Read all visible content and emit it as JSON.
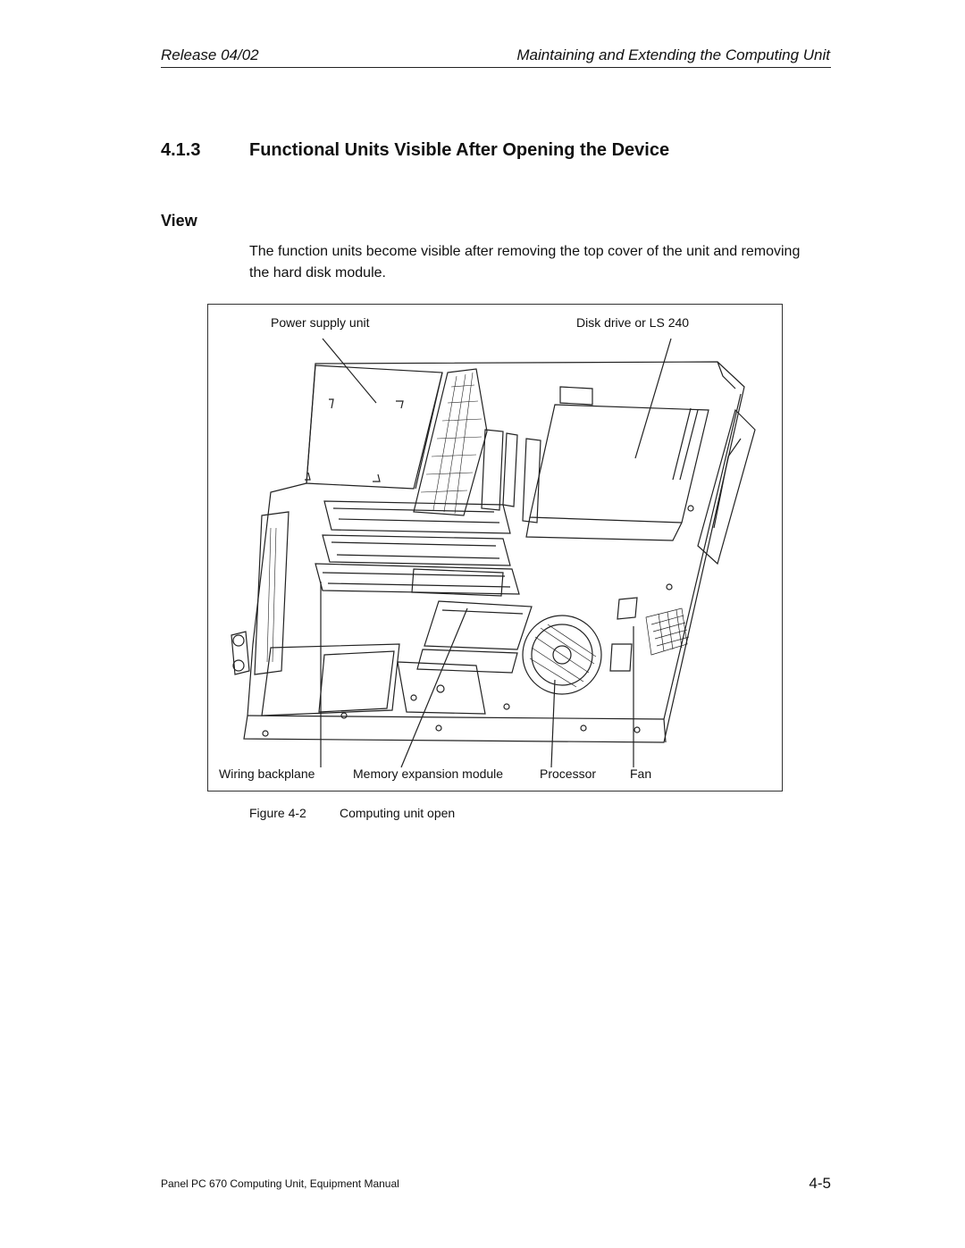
{
  "header": {
    "release": "Release 04/02",
    "chapter": "Maintaining and Extending the Computing Unit"
  },
  "section": {
    "number": "4.1.3",
    "title": "Functional Units Visible After Opening the Device"
  },
  "subheading": "View",
  "intro": "The function units become visible after removing the top cover of the unit and removing the hard disk module.",
  "figure": {
    "labels": {
      "power_supply": "Power supply unit",
      "disk_drive": "Disk drive or LS 240",
      "wiring_backplane": "Wiring backplane",
      "memory_module": "Memory expansion module",
      "processor": "Processor",
      "fan": "Fan"
    },
    "caption_number": "Figure 4-2",
    "caption_text": "Computing unit open"
  },
  "footer": {
    "manual": "Panel PC 670 Computing Unit, Equipment Manual",
    "page": "4-5"
  }
}
